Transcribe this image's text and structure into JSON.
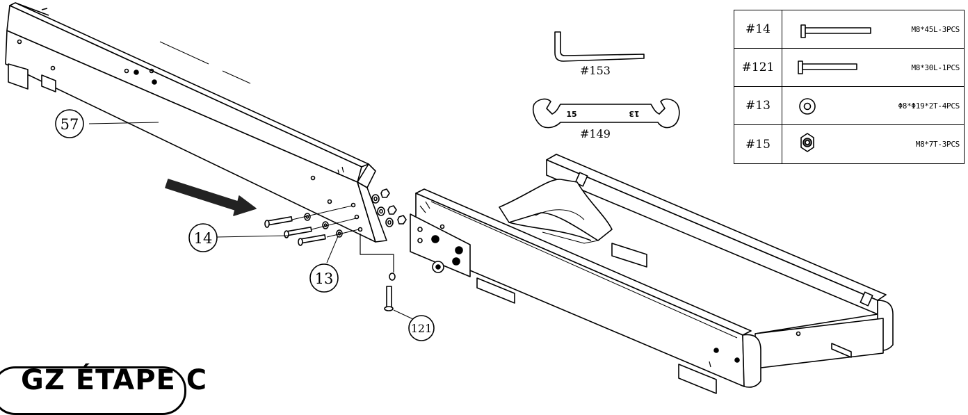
{
  "parts_table": [
    {
      "code": "#14",
      "icon": "long-bolt-icon",
      "spec": "M8*45L-3PCS"
    },
    {
      "code": "#121",
      "icon": "short-bolt-icon",
      "spec": "M8*30L-1PCS"
    },
    {
      "code": "#13",
      "icon": "washer-icon",
      "spec": "Φ8*Φ19*2T-4PCS"
    },
    {
      "code": "#15",
      "icon": "hex-nut-icon",
      "spec": "M8*7T-3PCS"
    }
  ],
  "tools": {
    "allen_key": {
      "label": "#153",
      "icon": "allen-key-icon"
    },
    "wrench": {
      "label": "#149",
      "icon": "open-wrench-icon",
      "mark_left": "15",
      "mark_right": "13"
    }
  },
  "callouts": {
    "part_57": "57",
    "part_14": "14",
    "part_13": "13",
    "part_121": "121"
  },
  "step_title": "GZ ÉTAPE C"
}
